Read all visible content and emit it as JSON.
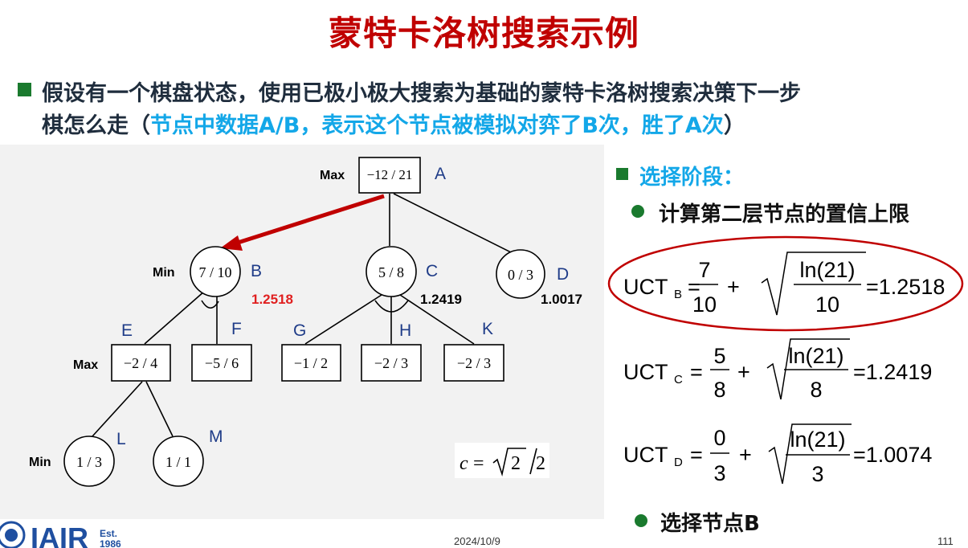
{
  "slide": {
    "title": "蒙特卡洛树搜索示例",
    "question_line1": "假设有一个棋盘状态，使用已极小极大搜索为基础的蒙特卡洛树搜索决策下一步",
    "question_line2_a": "棋怎么走（",
    "question_line2_b": "节点中数据A/B，表示这个节点被模拟对弈了B次，胜了A次",
    "question_line2_c": "）",
    "date": "2024/10/9",
    "page_number": "111"
  },
  "tree": {
    "levels": {
      "max1": "Max",
      "min1": "Min",
      "max2": "Max",
      "min2": "Min"
    },
    "nodes": {
      "A": {
        "letter": "A",
        "value": "−12 / 21"
      },
      "B": {
        "letter": "B",
        "value": "7 / 10",
        "ucb": "1.2518"
      },
      "C": {
        "letter": "C",
        "value": "5 / 8",
        "ucb": "1.2419"
      },
      "D": {
        "letter": "D",
        "value": "0 / 3",
        "ucb": "1.0017"
      },
      "E": {
        "letter": "E",
        "value": "−2 / 4"
      },
      "F": {
        "letter": "F",
        "value": "−5 / 6"
      },
      "G": {
        "letter": "G",
        "value": "−1 / 2"
      },
      "H": {
        "letter": "H",
        "value": "−2 / 3"
      },
      "K": {
        "letter": "K",
        "value": "−2 / 3"
      },
      "L": {
        "letter": "L",
        "value": "1 / 3"
      },
      "M": {
        "letter": "M",
        "value": "1 / 1"
      }
    },
    "constant": {
      "lhs": "c",
      "eq": "=",
      "rad": "2",
      "den": "2"
    }
  },
  "right": {
    "section_title": "选择阶段：",
    "step1": "计算第二层节点的置信上限",
    "formulas": [
      {
        "label": "UCT",
        "sub": "B",
        "num": "7",
        "den": "10",
        "ln": "ln(21)",
        "lnden": "10",
        "result": "=1.2518"
      },
      {
        "label": "UCT",
        "sub": "C",
        "num": "5",
        "den": "8",
        "ln": "ln(21)",
        "lnden": "8",
        "result": "=1.2419"
      },
      {
        "label": "UCT",
        "sub": "D",
        "num": "0",
        "den": "3",
        "ln": "ln(21)",
        "lnden": "3",
        "result": "=1.0074"
      }
    ],
    "step2": "选择节点B"
  },
  "logo": {
    "text": "IAIR",
    "est": "Est.",
    "year": "1986"
  },
  "colors": {
    "title": "#c00000",
    "highlight": "#c00000",
    "blue": "#13a7e8",
    "bullet": "#1a7a2e",
    "panel": "#f2f2f2"
  }
}
